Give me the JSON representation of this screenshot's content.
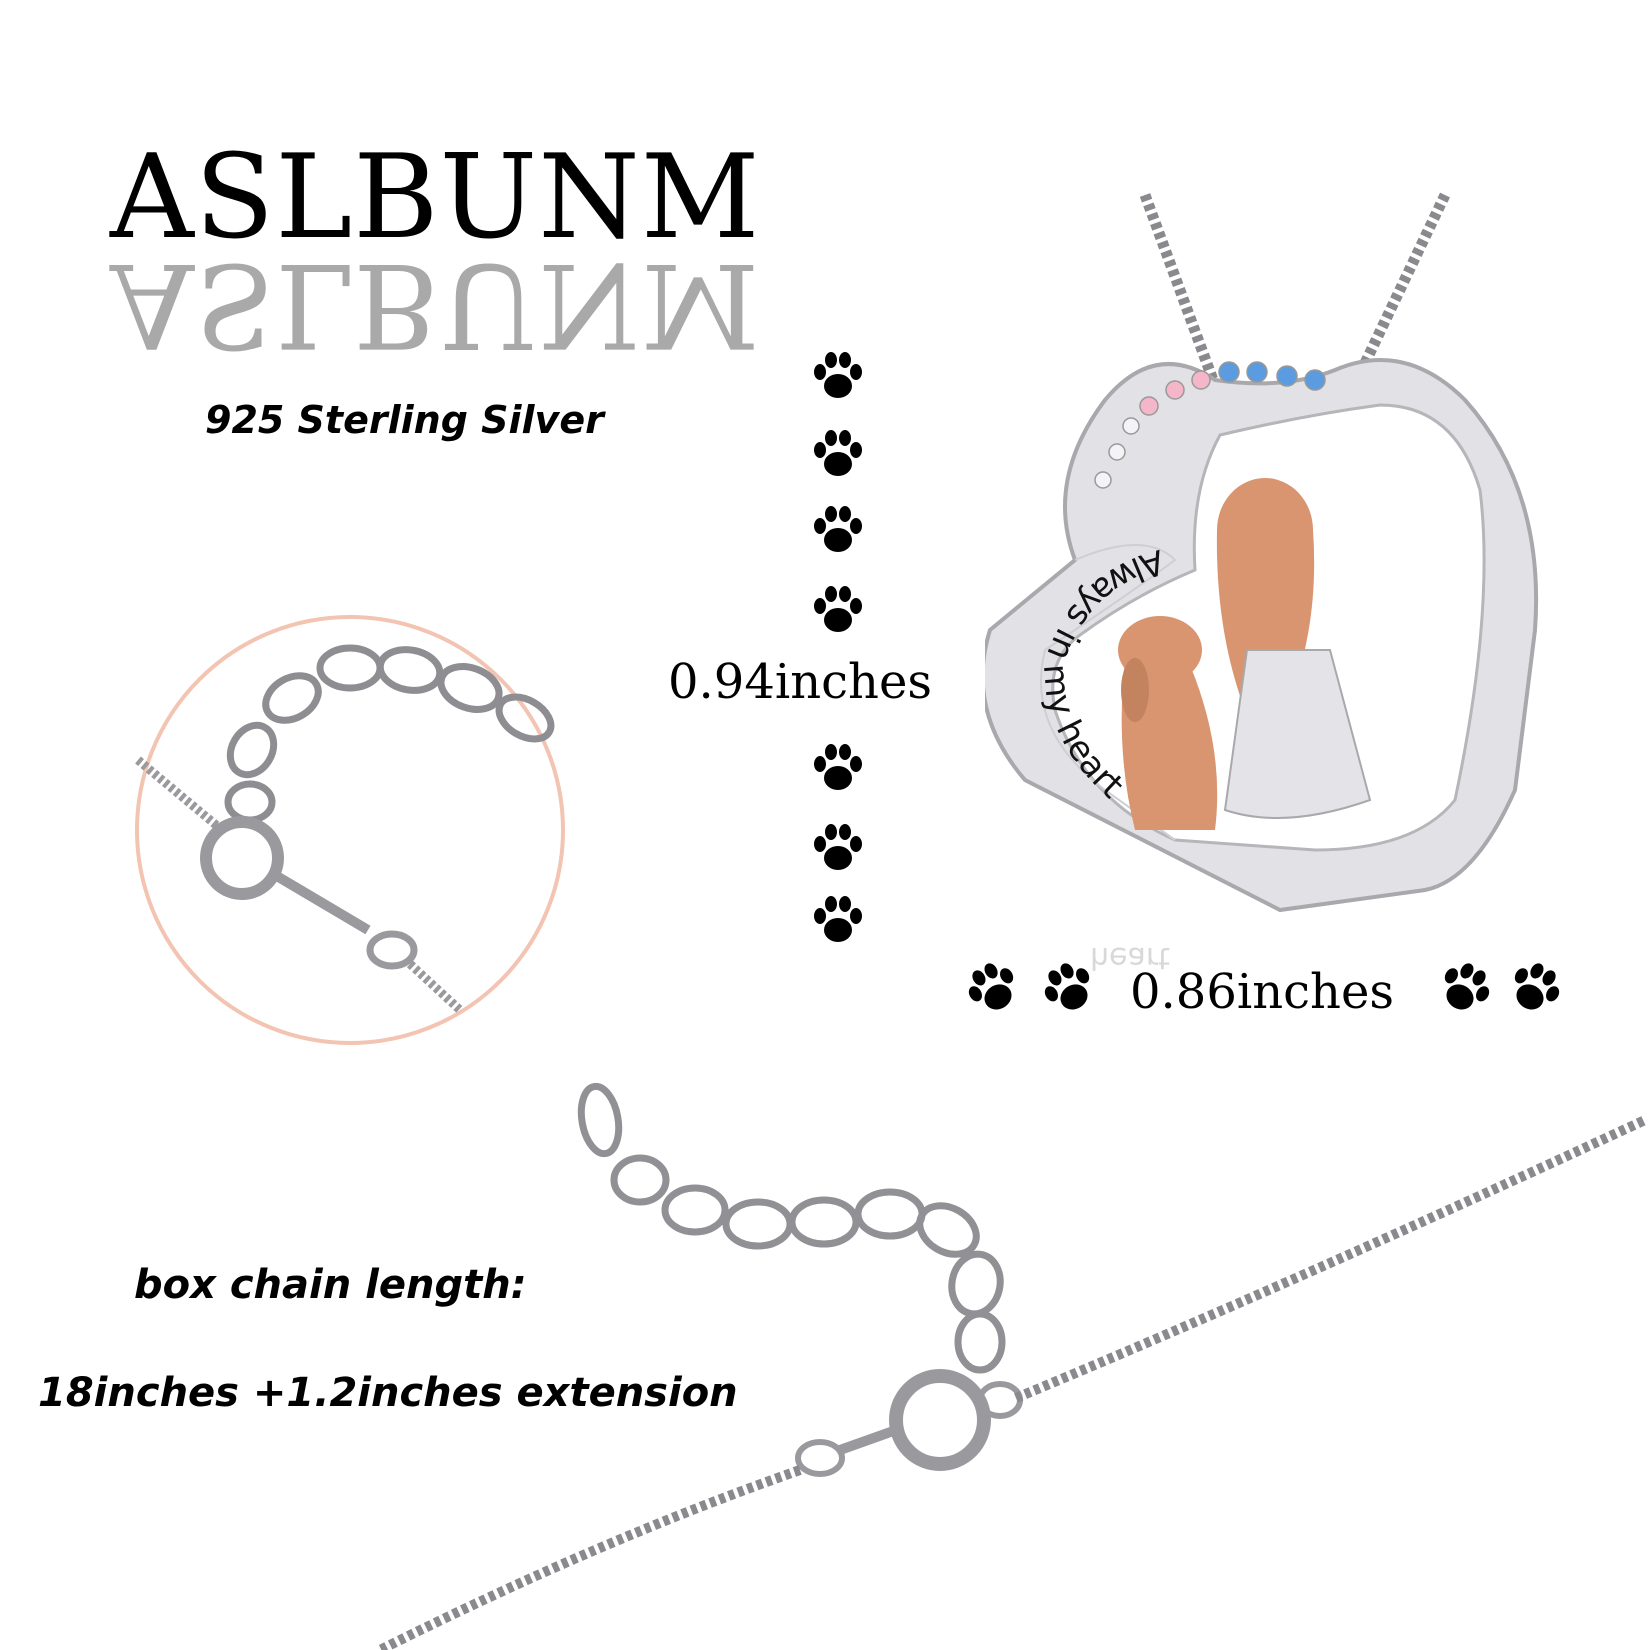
{
  "brand": {
    "name": "ASLBUNM",
    "reflection": "ASLBUNM"
  },
  "product": {
    "material": "925 Sterling Silver",
    "engraving": "Always in my heart",
    "engraving_reflection": "heart"
  },
  "dimensions": {
    "height": "0.94inches",
    "width": "0.86inches"
  },
  "chain": {
    "label": "box chain length:",
    "length": "18inches +1.2inches extension"
  },
  "colors": {
    "accent_circle": "#f2c4b1",
    "rose_gold": "#d9956f",
    "silver": "#c9c9cc",
    "pink_stone": "#f4b6c8",
    "blue_stone": "#5b9be0"
  },
  "icons": [
    "paw-print-icon"
  ]
}
